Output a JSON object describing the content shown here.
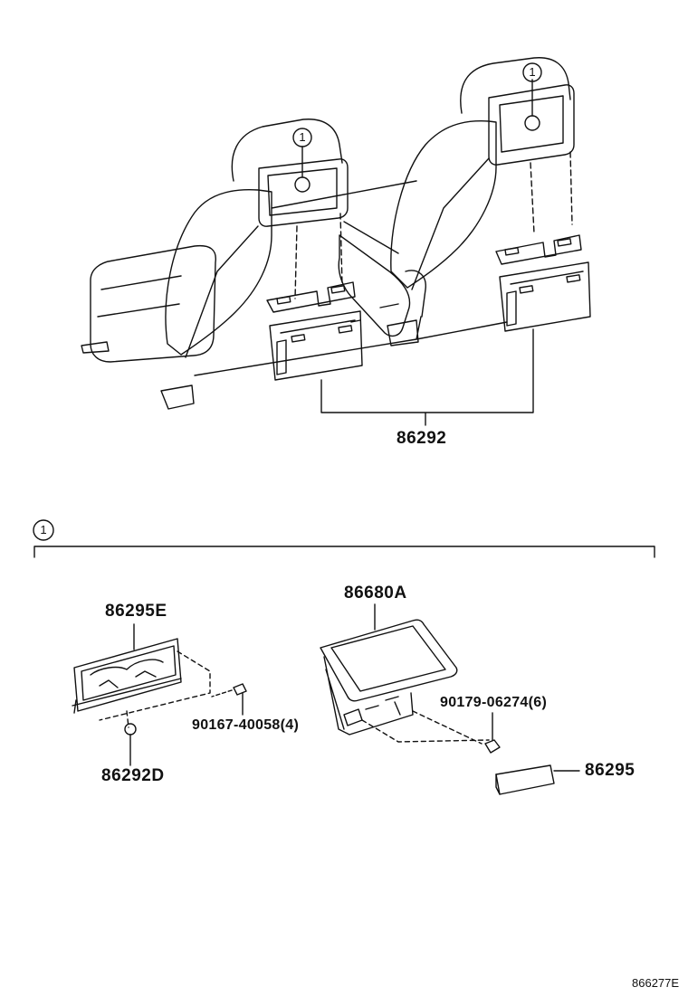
{
  "callouts": {
    "assembly_main": "86292",
    "bracket_upper": "86295E",
    "monitor": "86680A",
    "screw": "90167-40058(4)",
    "nut": "90179-06274(6)",
    "cap": "86292D",
    "cover": "86295"
  },
  "circle_marker": "1",
  "figure_id": "866277E"
}
